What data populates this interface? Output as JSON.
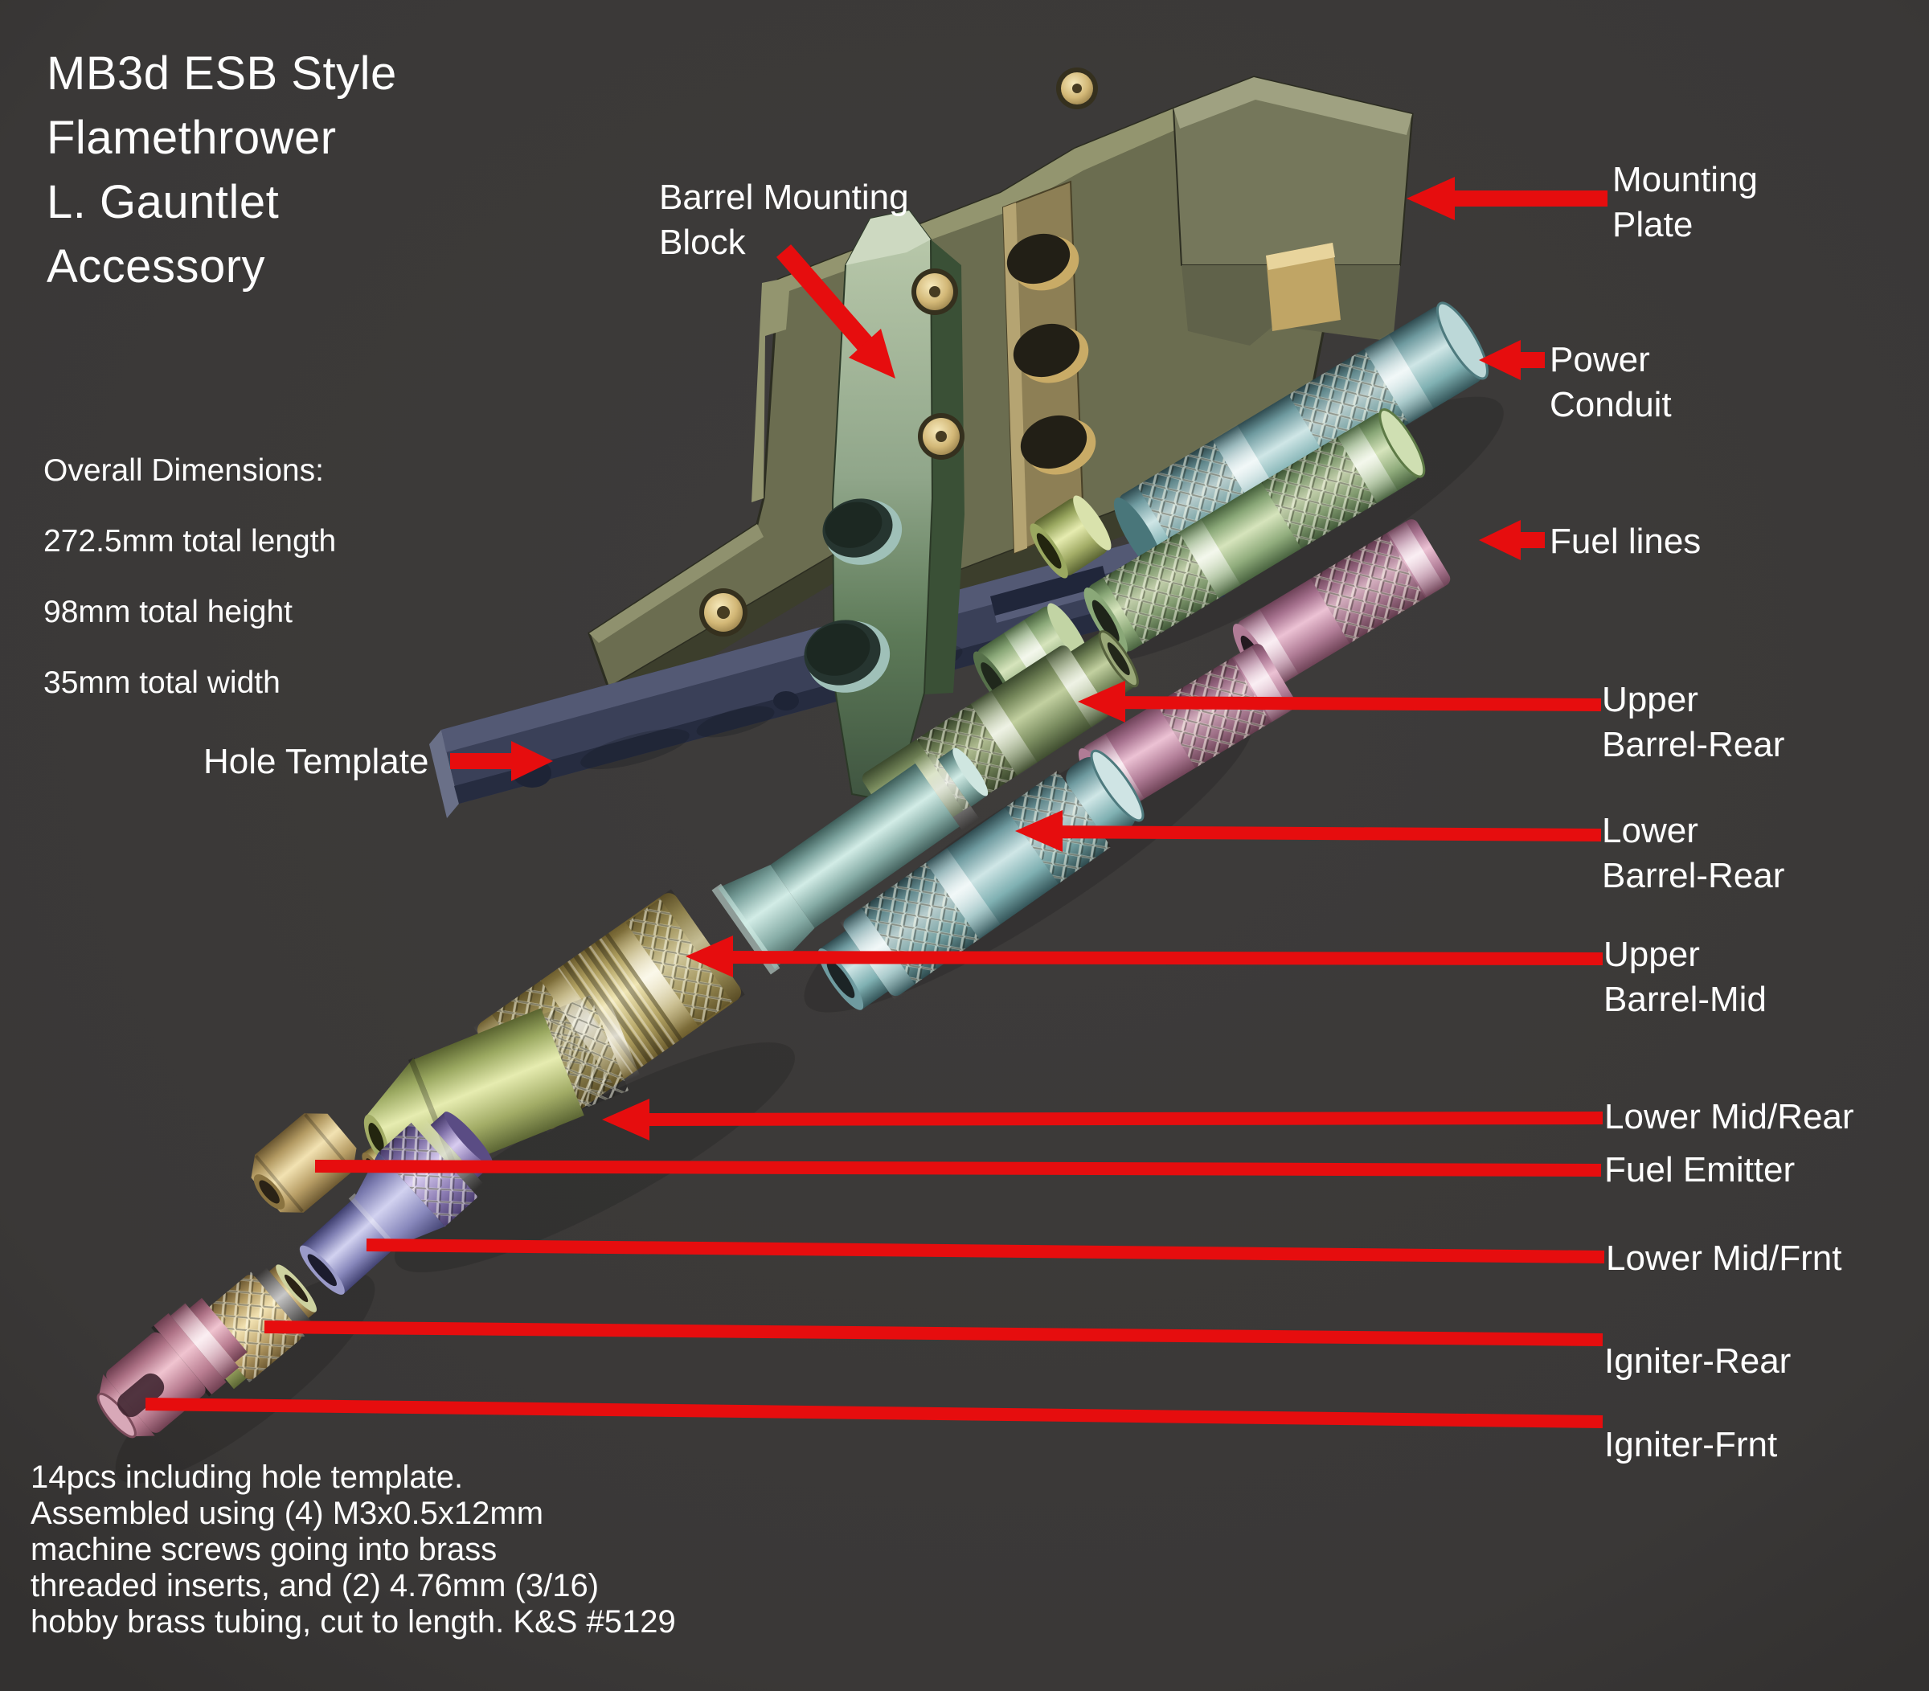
{
  "colors": {
    "background": "#3a3837",
    "text": "#fdfdfd",
    "arrow_red": "#e60d0e",
    "mounting_plate": "#6b6d50",
    "barrel_mounting_block": "#8aa083",
    "hole_template": "#3a4058",
    "power_conduit": "#7fb0b2",
    "fuel_line_green": "#90ac7c",
    "fuel_line_pink": "#b07c96",
    "upper_barrel_rear": "#7b8d60",
    "lower_barrel_rear": "#7fa4a8",
    "upper_barrel_mid": "#d8c98a",
    "lower_mid_rear": "#a2ac66",
    "lower_mid_frnt": "#8888bc",
    "fuel_emitter": "#c4a96c",
    "igniter_rear": "#b89e66",
    "igniter_frnt": "#b87c90",
    "screws": "#c9ab66"
  },
  "title": {
    "text": "MB3d ESB Style\nFlamethrower\nL. Gauntlet\nAccessory"
  },
  "overall_dimensions": {
    "heading": "Overall Dimensions:",
    "length": "272.5mm total length",
    "height": "98mm total height",
    "width": "35mm total width"
  },
  "assembly_notes": {
    "text": "14pcs including hole template.\nAssembled using (4) M3x0.5x12mm\nmachine screws going into brass\nthreaded inserts, and (2) 4.76mm (3/16)\nhobby brass tubing, cut to length. K&S #5129"
  },
  "part_labels": {
    "barrel_mounting_block": "Barrel Mounting\nBlock",
    "mounting_plate": "Mounting\nPlate",
    "power_conduit": "Power\nConduit",
    "fuel_lines": "Fuel lines",
    "hole_template": "Hole Template",
    "upper_barrel_rear": "Upper\nBarrel-Rear",
    "lower_barrel_rear": "Lower\nBarrel-Rear",
    "upper_barrel_mid": "Upper\nBarrel-Mid",
    "lower_mid_rear": "Lower Mid/Rear",
    "fuel_emitter": "Fuel Emitter",
    "lower_mid_frnt": "Lower Mid/Frnt",
    "igniter_rear": "Igniter-Rear",
    "igniter_frnt": "Igniter-Frnt"
  },
  "piece_count": "14pcs",
  "hardware": {
    "screws": "(4) M3x0.5x12mm",
    "tubing": "(2) 4.76mm (3/16) K&S #5129"
  }
}
